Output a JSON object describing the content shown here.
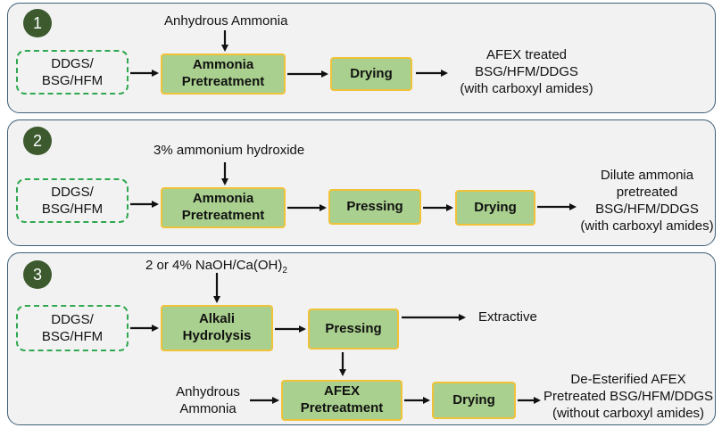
{
  "panel1": {
    "number": "1",
    "source": [
      "DDGS/",
      "BSG/HFM"
    ],
    "input_label": "Anhydrous Ammonia",
    "step1": [
      "Ammonia",
      "Pretreatment"
    ],
    "step2": "Drying",
    "output": [
      "AFEX treated",
      "BSG/HFM/DDGS",
      "(with carboxyl amides)"
    ]
  },
  "panel2": {
    "number": "2",
    "source": [
      "DDGS/",
      "BSG/HFM"
    ],
    "input_label": "3% ammonium hydroxide",
    "step1": [
      "Ammonia",
      "Pretreatment"
    ],
    "step2": "Pressing",
    "step3": "Drying",
    "output": [
      "Dilute ammonia",
      "pretreated",
      "BSG/HFM/DDGS",
      "(with carboxyl amides)"
    ]
  },
  "panel3": {
    "number": "3",
    "source": [
      "DDGS/",
      "BSG/HFM"
    ],
    "input_label_main": "2 or 4% NaOH/Ca(OH)",
    "input_label_sub": "2",
    "step1": [
      "Alkali",
      "Hydrolysis"
    ],
    "step2": "Pressing",
    "extractive": "Extractive",
    "afex_input": [
      "Anhydrous",
      "Ammonia"
    ],
    "step3": [
      "AFEX",
      "Pretreatment"
    ],
    "step4": "Drying",
    "output": [
      "De-Esterified AFEX",
      "Pretreated BSG/HFM/DDGS",
      "(without carboxyl amides)"
    ]
  },
  "colors": {
    "panel_border": "#3f5f78",
    "number_badge": "#3d5a2f",
    "process_box_fill": "#a9d08e",
    "process_box_border": "#f0c23a",
    "source_dash": "#2fa84f"
  }
}
